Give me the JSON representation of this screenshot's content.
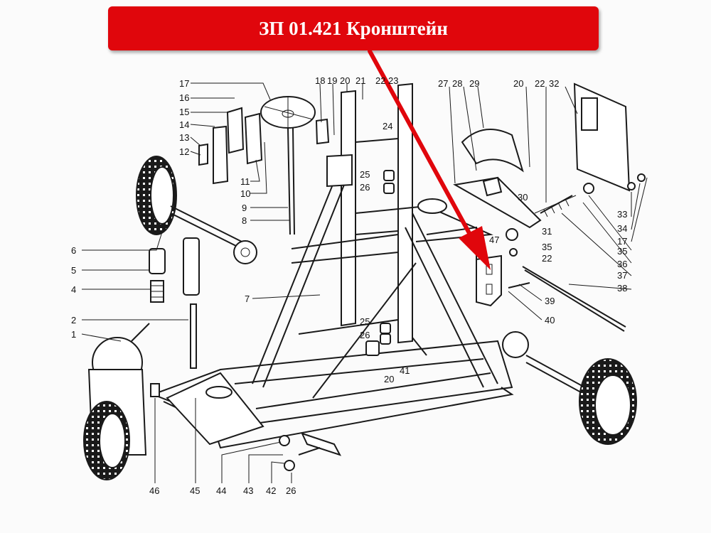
{
  "banner": {
    "title": "ЗП 01.421 Кронштейн",
    "color": "#e0060c"
  },
  "arrow": {
    "color": "#e0060c"
  },
  "callouts": [
    "17",
    "16",
    "15",
    "14",
    "13",
    "12",
    "11",
    "10",
    "9",
    "8",
    "6",
    "5",
    "4",
    "7",
    "2",
    "1",
    "46",
    "45",
    "44",
    "43",
    "42",
    "26",
    "18",
    "19",
    "20",
    "21",
    "22",
    "23",
    "24",
    "25",
    "26",
    "27",
    "28",
    "29",
    "20",
    "22",
    "32",
    "30",
    "31",
    "47",
    "35",
    "22",
    "33",
    "34",
    "17",
    "35",
    "36",
    "37",
    "38",
    "39",
    "40",
    "25",
    "26",
    "20",
    "41"
  ]
}
